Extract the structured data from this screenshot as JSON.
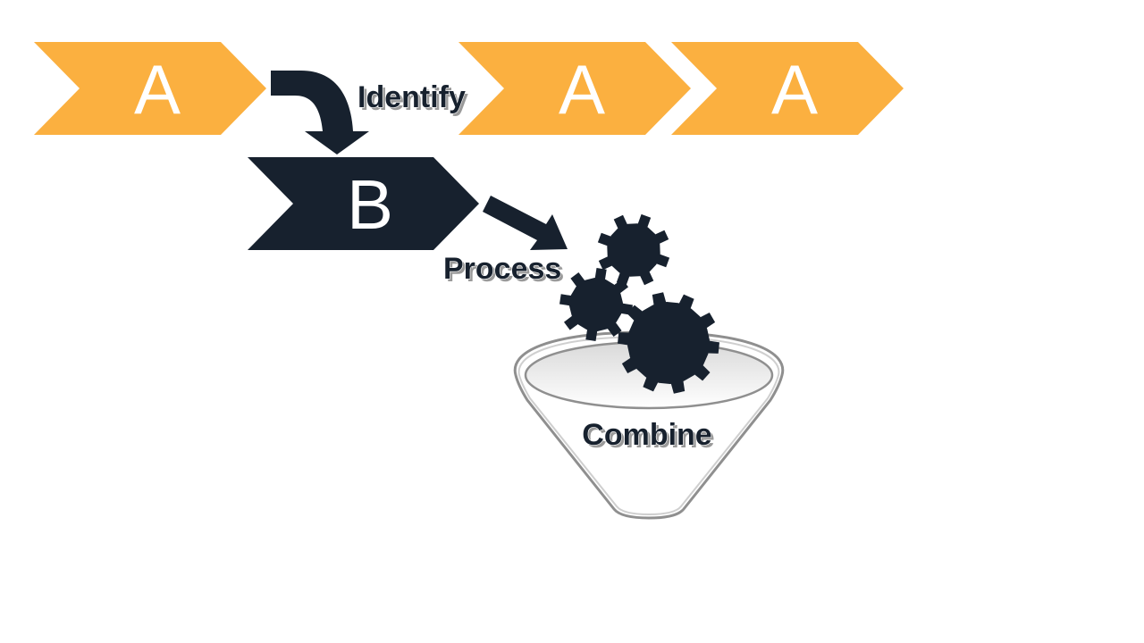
{
  "colors": {
    "chevron_accent": "#fbb040",
    "chevron_dark": "#17212e",
    "gear": "#17212e",
    "funnel_outline": "#8f8f8f"
  },
  "chevrons": {
    "first": "A",
    "b": "B",
    "second": "A",
    "third": "A"
  },
  "labels": {
    "identify": "Identify",
    "process": "Process",
    "combine": "Combine"
  },
  "icons": {
    "curved_arrow": "curved-arrow-icon",
    "straight_arrow": "arrow-icon",
    "gears": "gear-icon",
    "funnel": "funnel-icon"
  }
}
